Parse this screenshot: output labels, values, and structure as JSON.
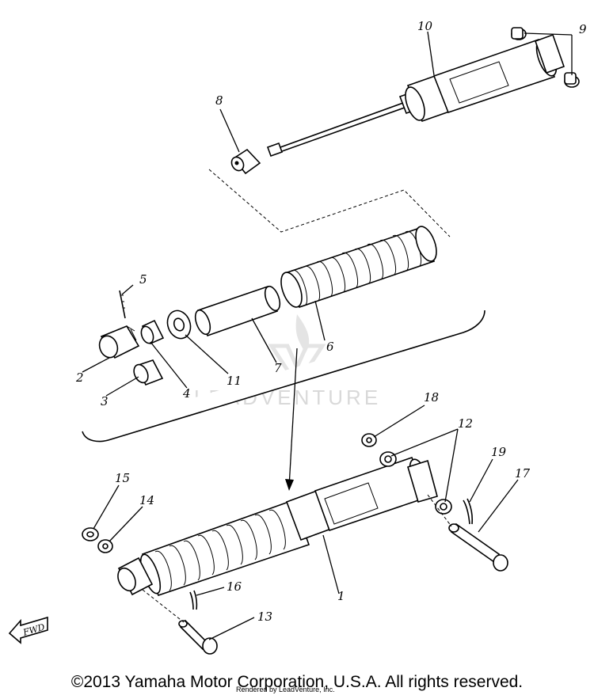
{
  "watermark": {
    "text": "LEADVENTURE"
  },
  "callouts": {
    "c1": "1",
    "c2": "2",
    "c3": "3",
    "c4": "4",
    "c5": "5",
    "c6": "6",
    "c7": "7",
    "c8": "8",
    "c9": "9",
    "c10": "10",
    "c11": "11",
    "c12": "12",
    "c13": "13",
    "c14": "14",
    "c15": "15",
    "c16": "16",
    "c17": "17",
    "c18": "18",
    "c19": "19"
  },
  "direction_badge": "FWD",
  "footer": {
    "copyright": "©2013 Yamaha Motor Corporation, U.S.A. All rights reserved.",
    "rendered_by": "Rendered by LeadVenture, Inc."
  }
}
